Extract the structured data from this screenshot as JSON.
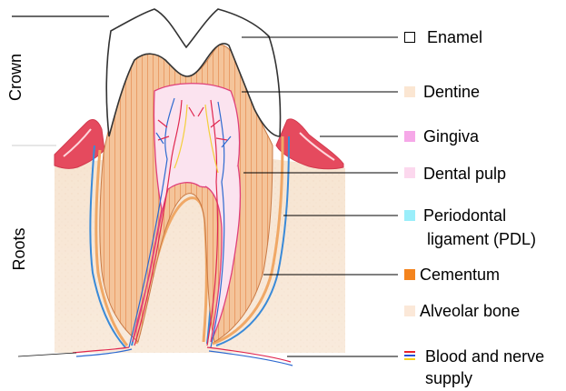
{
  "side_labels": {
    "crown": "Crown",
    "roots": "Roots"
  },
  "legend": [
    {
      "key": "enamel",
      "label": "Enamel",
      "color": "#ffffff",
      "border": "#000000"
    },
    {
      "key": "dentine",
      "label": "Dentine",
      "color": "#fbe6d2",
      "border": "none"
    },
    {
      "key": "gingiva",
      "label": "Gingiva",
      "color": "#f6a8e8",
      "border": "none"
    },
    {
      "key": "pulp",
      "label": "Dental pulp",
      "color": "#fcd8ee",
      "border": "none"
    },
    {
      "key": "pdl",
      "label_line1": "Periodontal",
      "label_line2": "ligament (PDL)",
      "color": "#9aeefa",
      "border": "none"
    },
    {
      "key": "cementum",
      "label": "Cementum",
      "color": "#f4841e",
      "border": "none"
    },
    {
      "key": "bone",
      "label": "Alveolar bone",
      "color": "#fbe8d8",
      "border": "none"
    },
    {
      "key": "vessels",
      "label_line1": "Blood and nerve",
      "label_line2": "supply",
      "colors": [
        "#e8242c",
        "#2850d8",
        "#f6d21e"
      ]
    }
  ],
  "colors": {
    "enamel_fill": "#ffffff",
    "enamel_stroke": "#333333",
    "dentine": "#f2b98a",
    "dentine_hatch": "#e79a60",
    "pulp": "#fbe3ef",
    "gingiva": "#e8485c",
    "bone": "#f6e4d2",
    "pdl_blue": "#3a8ad8",
    "cementum": "#f0a866",
    "nerve_red": "#e02850",
    "nerve_blue": "#2e6ad0",
    "nerve_yellow": "#f3cf3a"
  }
}
